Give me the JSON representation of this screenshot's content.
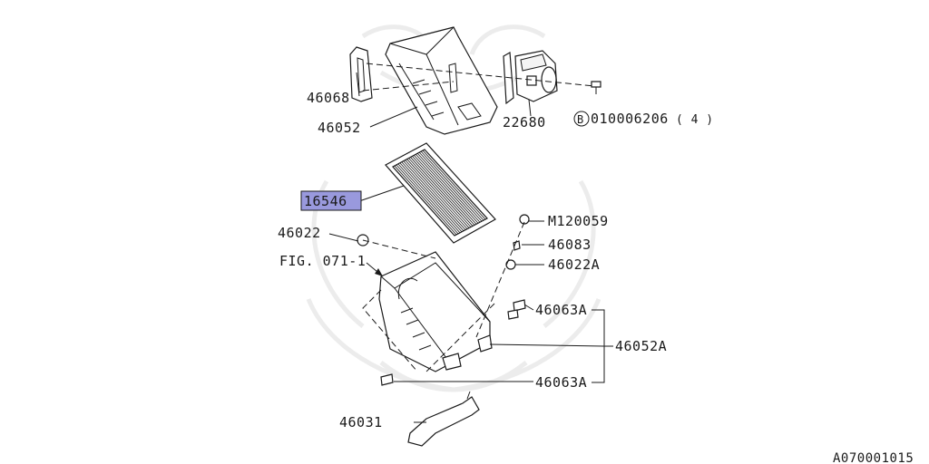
{
  "parts": {
    "p46068": "46068",
    "p46052": "46052",
    "p22680": "22680",
    "bolt_prefix": "B",
    "bolt_number": "010006206",
    "bolt_qty": "( 4 )",
    "p16546": "16546",
    "m120059": "M120059",
    "p46022": "46022",
    "p46083": "46083",
    "fig_ref": "FIG. 071-1",
    "p46022a": "46022A",
    "p46063a_top": "46063A",
    "p46052a": "46052A",
    "p46063a_bottom": "46063A",
    "p46031": "46031",
    "diagram_code": "A070001015"
  },
  "colors": {
    "highlight_fill": "#9999dd",
    "line": "#1a1a1a",
    "watermark": "#ececec"
  }
}
